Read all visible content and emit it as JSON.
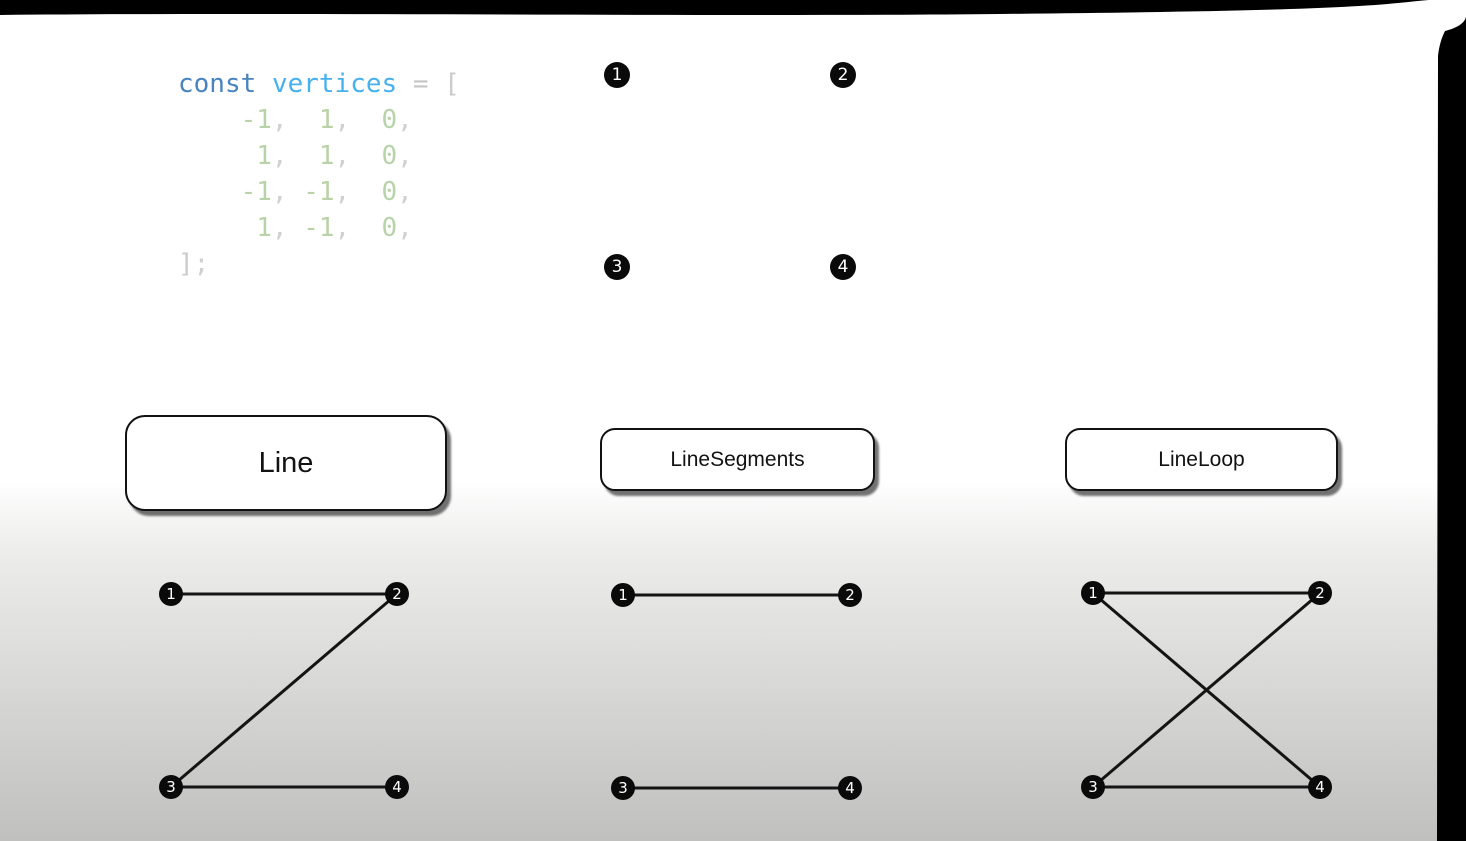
{
  "title": "three.js line primitives diagram",
  "colors": {
    "canvas_background": "#000000",
    "page_top": "#ffffff",
    "page_bottom": "#c0c0bf",
    "code_keyword": "#4a84bf",
    "code_variable": "#47b1ed",
    "code_operator": "#c6c6c6",
    "code_bracket": "#cbcbcb",
    "code_number": "#b9d3a8",
    "code_punct": "#d0d0d0",
    "vertex_fill": "#0a0a0a",
    "vertex_text": "#ffffff",
    "edge_stroke": "#141414"
  },
  "code_block": {
    "lines": [
      {
        "parts": [
          {
            "text": "const",
            "cls": "keyword"
          },
          {
            "text": " ",
            "cls": "plain"
          },
          {
            "text": "vertices",
            "cls": "variable"
          },
          {
            "text": " ",
            "cls": "plain"
          },
          {
            "text": "=",
            "cls": "operator"
          },
          {
            "text": " ",
            "cls": "plain"
          },
          {
            "text": "[",
            "cls": "bracket"
          }
        ]
      },
      {
        "parts": [
          {
            "text": "    -1",
            "cls": "number"
          },
          {
            "text": ", ",
            "cls": "punct"
          },
          {
            "text": " 1",
            "cls": "number"
          },
          {
            "text": ", ",
            "cls": "punct"
          },
          {
            "text": " 0",
            "cls": "number"
          },
          {
            "text": ",",
            "cls": "punct"
          }
        ]
      },
      {
        "parts": [
          {
            "text": "     1",
            "cls": "number"
          },
          {
            "text": ", ",
            "cls": "punct"
          },
          {
            "text": " 1",
            "cls": "number"
          },
          {
            "text": ", ",
            "cls": "punct"
          },
          {
            "text": " 0",
            "cls": "number"
          },
          {
            "text": ",",
            "cls": "punct"
          }
        ]
      },
      {
        "parts": [
          {
            "text": "    -1",
            "cls": "number"
          },
          {
            "text": ", ",
            "cls": "punct"
          },
          {
            "text": "-1",
            "cls": "number"
          },
          {
            "text": ", ",
            "cls": "punct"
          },
          {
            "text": " 0",
            "cls": "number"
          },
          {
            "text": ",",
            "cls": "punct"
          }
        ]
      },
      {
        "parts": [
          {
            "text": "     1",
            "cls": "number"
          },
          {
            "text": ", ",
            "cls": "punct"
          },
          {
            "text": "-1",
            "cls": "number"
          },
          {
            "text": ", ",
            "cls": "punct"
          },
          {
            "text": " 0",
            "cls": "number"
          },
          {
            "text": ",",
            "cls": "punct"
          }
        ]
      },
      {
        "parts": [
          {
            "text": "]",
            "cls": "bracket"
          },
          {
            "text": ";",
            "cls": "punct"
          }
        ]
      }
    ]
  },
  "vertex_grid": {
    "labels": [
      "1",
      "2",
      "3",
      "4"
    ]
  },
  "buttons": [
    {
      "label": "Line"
    },
    {
      "label": "LineSegments"
    },
    {
      "label": "LineLoop"
    }
  ],
  "diagrams": [
    {
      "name": "line",
      "edges": [
        [
          1,
          2
        ],
        [
          2,
          3
        ],
        [
          3,
          4
        ]
      ]
    },
    {
      "name": "line-segments",
      "edges": [
        [
          1,
          2
        ],
        [
          3,
          4
        ]
      ]
    },
    {
      "name": "line-loop",
      "edges": [
        [
          1,
          2
        ],
        [
          2,
          3
        ],
        [
          3,
          4
        ],
        [
          4,
          1
        ]
      ]
    }
  ]
}
